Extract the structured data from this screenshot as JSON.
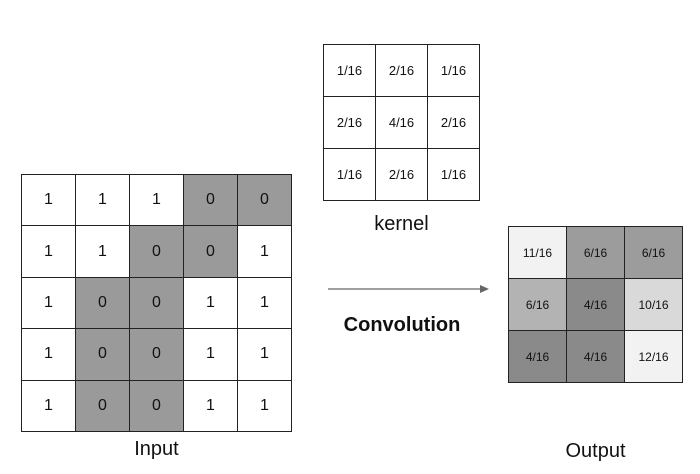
{
  "input": {
    "label": "Input",
    "values": [
      [
        1,
        1,
        1,
        0,
        0
      ],
      [
        1,
        1,
        0,
        0,
        1
      ],
      [
        1,
        0,
        0,
        1,
        1
      ],
      [
        1,
        0,
        0,
        1,
        1
      ],
      [
        1,
        0,
        0,
        1,
        1
      ]
    ],
    "one_color": "#ffffff",
    "zero_color": "#9a9a9a"
  },
  "kernel": {
    "label": "kernel",
    "values": [
      [
        "1/16",
        "2/16",
        "1/16"
      ],
      [
        "2/16",
        "4/16",
        "2/16"
      ],
      [
        "1/16",
        "2/16",
        "1/16"
      ]
    ]
  },
  "operation": {
    "label": "Convolution"
  },
  "output": {
    "label": "Output",
    "values": [
      [
        "11/16",
        "6/16",
        "6/16"
      ],
      [
        "6/16",
        "4/16",
        "10/16"
      ],
      [
        "4/16",
        "4/16",
        "12/16"
      ]
    ],
    "colors": [
      [
        "#f2f2f2",
        "#9c9c9c",
        "#9c9c9c"
      ],
      [
        "#b3b3b3",
        "#8a8a8a",
        "#d9d9d9"
      ],
      [
        "#8a8a8a",
        "#8a8a8a",
        "#f2f2f2"
      ]
    ]
  }
}
